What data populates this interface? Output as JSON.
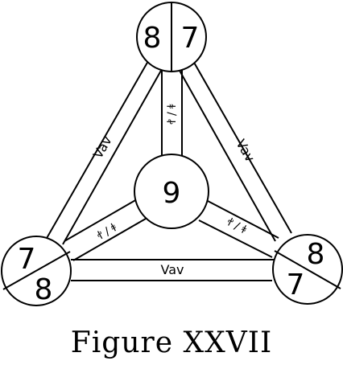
{
  "nodes": {
    "top": {
      "left": "8",
      "right": "7"
    },
    "center": {
      "value": "9"
    },
    "bottom_left": {
      "upper": "7",
      "lower": "8"
    },
    "bottom_right": {
      "upper": "8",
      "lower": "7"
    }
  },
  "paths": {
    "outer_left": "Vav",
    "outer_right": "Vav",
    "outer_bottom": "Vav",
    "inner_top": "ꬷ / ꬸ",
    "inner_left": "ꬷ / ꬸ",
    "inner_right": "ꬷ / ꬸ"
  },
  "caption": "Figure XXVII"
}
